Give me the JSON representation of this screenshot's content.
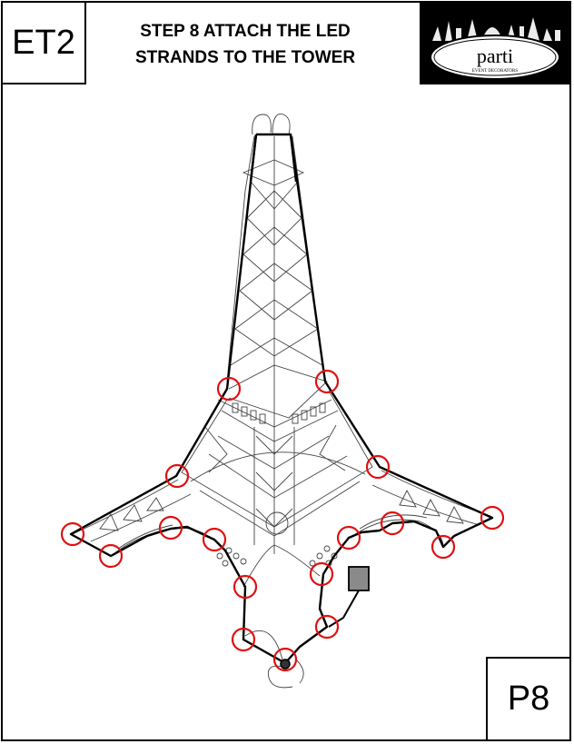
{
  "header": {
    "code": "ET2",
    "title_line1": "STEP 8 ATTACH THE LED",
    "title_line2": "STRANDS TO THE TOWER",
    "logo_text": "parti",
    "logo_subtext": "EVENT DECORATORS"
  },
  "footer": {
    "page": "P8"
  },
  "colors": {
    "marker": "#e01010",
    "strand": "#000000",
    "power_box": "#8a8a8a"
  },
  "icons": [
    "eiffel-tower-icon",
    "attachment-point-icon",
    "power-supply-icon",
    "logo-icon"
  ]
}
